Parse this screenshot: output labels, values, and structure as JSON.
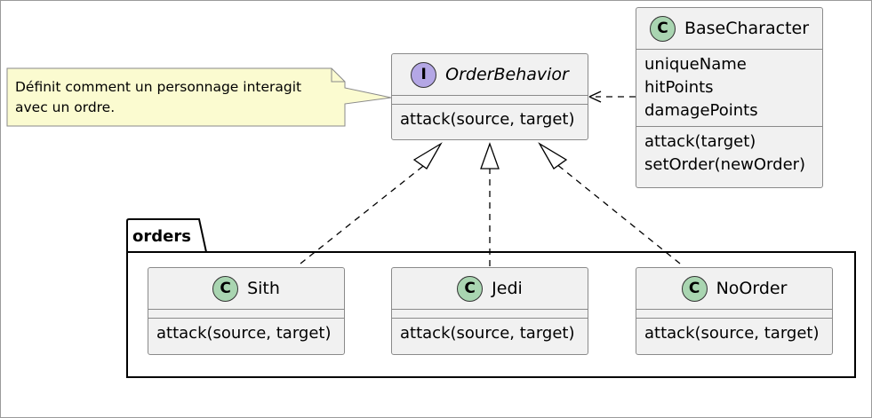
{
  "note": {
    "line1": "Définit comment un personnage interagit",
    "line2": "avec un ordre."
  },
  "interface": {
    "stereotype_glyph": "I",
    "name": "OrderBehavior",
    "methods": [
      "attack(source, target)"
    ]
  },
  "base_character": {
    "stereotype_glyph": "C",
    "name": "BaseCharacter",
    "fields": [
      "uniqueName",
      "hitPoints",
      "damagePoints"
    ],
    "methods": [
      "attack(target)",
      "setOrder(newOrder)"
    ]
  },
  "package": {
    "name": "orders",
    "classes": [
      {
        "stereotype_glyph": "C",
        "name": "Sith",
        "methods": [
          "attack(source, target)"
        ]
      },
      {
        "stereotype_glyph": "C",
        "name": "Jedi",
        "methods": [
          "attack(source, target)"
        ]
      },
      {
        "stereotype_glyph": "C",
        "name": "NoOrder",
        "methods": [
          "attack(source, target)"
        ]
      }
    ]
  },
  "colors": {
    "class_fill": "#f1f1f1",
    "class_glyph": "#a9d5b1",
    "interface_glyph": "#b4a7e5",
    "note_fill": "#fbfbd0"
  }
}
